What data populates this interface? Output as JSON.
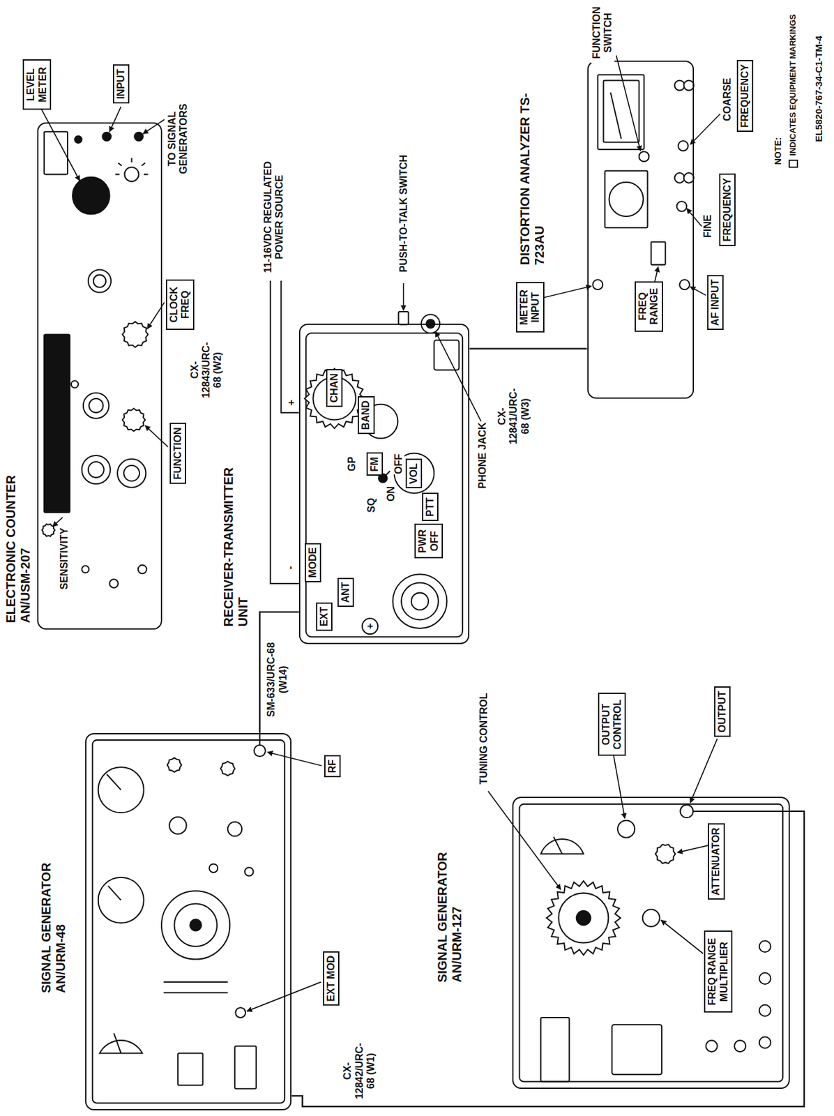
{
  "diagram": {
    "nodes": [
      {
        "text": [
          "ELECTRONIC COUNTER AN/USM-207"
        ]
      },
      {
        "text": [
          "LEVEL METER"
        ]
      },
      {
        "text": [
          "INPUT"
        ]
      },
      {
        "text": [
          "CLOCK FREQ"
        ]
      },
      {
        "text": [
          "FUNCTION"
        ]
      },
      {
        "text": [
          "RECEIVER-TRANSMITTER UNIT"
        ]
      },
      {
        "text": [
          "CHAN"
        ],
        "in": 5
      },
      {
        "text": [
          "BAND"
        ],
        "in": 5
      },
      {
        "text": [
          "FM"
        ],
        "in": 5
      },
      {
        "text": [
          "VOL"
        ],
        "in": 5
      },
      {
        "text": [
          "MODE"
        ],
        "in": 5
      },
      {
        "text": [
          "PTT"
        ],
        "in": 5
      },
      {
        "text": [
          "PWR OFF"
        ],
        "in": 5
      },
      {
        "text": [
          "ANT"
        ],
        "in": 5
      },
      {
        "text": [
          "EXT"
        ],
        "in": 5
      },
      {
        "text": [
          "DISTORTION ANALYZER TS-723AU"
        ]
      },
      {
        "text": [
          "METER INPUT"
        ]
      },
      {
        "text": [
          "FREQ RANGE"
        ],
        "in": 15
      },
      {
        "text": [
          "AF INPUT"
        ]
      },
      {
        "text": [
          "FREQUENCY"
        ]
      },
      {
        "text": [
          "FREQUENCY"
        ]
      },
      {
        "text": [
          "SIGNAL GENERATOR AN/URM-48"
        ]
      },
      {
        "text": [
          "RF"
        ]
      },
      {
        "text": [
          "EXT MOD"
        ]
      },
      {
        "text": [
          "SIGNAL GENERATOR AN/URM-127"
        ]
      },
      {
        "text": [
          "OUTPUT CONTROL"
        ]
      },
      {
        "text": [
          "OUTPUT"
        ]
      },
      {
        "text": [
          "ATTENUATOR"
        ],
        "in": 24
      },
      {
        "text": [
          "FREQ RANGE MULTIPLIER"
        ],
        "in": 24
      }
    ],
    "edges": [
      {
        "from": 5,
        "to": 21,
        "label": "SM-633/URC-68 (W14)",
        "arrow": "none"
      },
      {
        "from": 5,
        "to": 15,
        "label": "CX-12841/URC-68 (W3)",
        "arrow": "none"
      },
      {
        "from": 24,
        "to": 21,
        "label": "CX-12842/URC-68 (W1)",
        "arrow": "none"
      }
    ],
    "labels": [
      "TO SIGNAL GENERATORS",
      "SENSITIVITY",
      "11-16VDC REGULATED POWER SOURCE",
      "CX-12843/URC-68 (W2)",
      "PUSH-TO-TALK SWITCH",
      "+",
      "-",
      "PHONE JACK",
      "GP",
      "OFF",
      "ON",
      "SQ",
      "+",
      "FUNCTION SWITCH",
      "COARSE",
      "FINE",
      "NOTE:",
      "EL5820-767-34-C1-TM-4",
      "TUNING CONTROL"
    ],
    "legend": [
      {
        "text": "INDICATES EQUIPMENT MARKINGS"
      }
    ]
  }
}
